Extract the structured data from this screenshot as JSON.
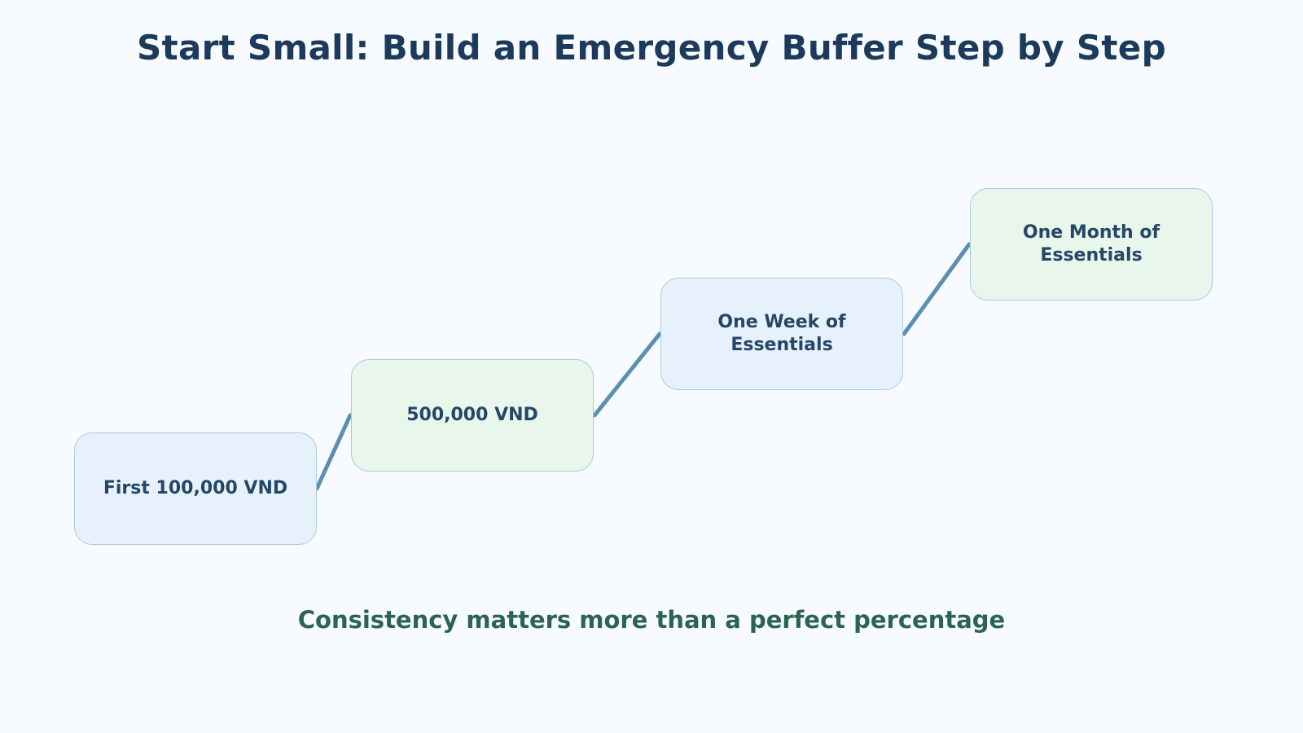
{
  "title": "Start Small: Build an Emergency Buffer Step by Step",
  "steps": [
    {
      "label": "First 100,000 VND"
    },
    {
      "label": "500,000 VND"
    },
    {
      "label": "One Week of Essentials"
    },
    {
      "label": "One Month of Essentials"
    }
  ],
  "footer": "Consistency matters more than a perfect percentage",
  "colors": {
    "title": "#1b3a5c",
    "step_text": "#254766",
    "step_border": "#a9cbd8",
    "step_fill_blue": "#e6f1fc",
    "step_fill_green": "#e8f6ec",
    "connector": "#5b8fb3",
    "footer": "#2b6450",
    "background": "#f7fbff"
  }
}
